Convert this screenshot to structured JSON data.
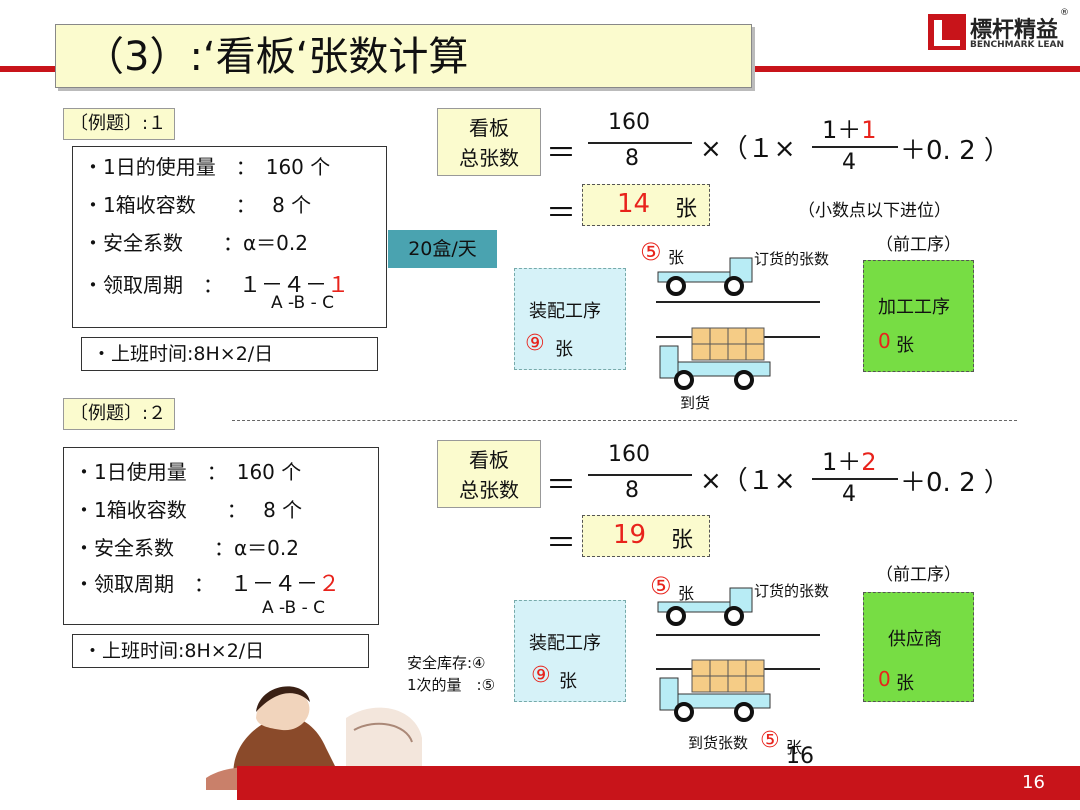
{
  "header": {
    "title": "（3）:‘看板‘张数计算",
    "logo_text": "標杆精益",
    "logo_sub": "BENCHMARK LEAN",
    "logo_reg": "®"
  },
  "ex1": {
    "tag": "〔例题〕:１",
    "items": [
      "・1日的使用量　：　160 个",
      "・1箱收容数　　：　 8 个",
      "・安全系数　　：α＝0.2"
    ],
    "period_label": "・领取周期　：",
    "period_val": "１－４－",
    "period_red": "１",
    "abc": "A -B - C",
    "shift": "・上班时间:8H×2/日",
    "per_day": "20盒/天",
    "kanban_label_1": "看板",
    "kanban_label_2": "总张数",
    "eq": "＝",
    "numer": "160",
    "denom": "8",
    "times": "×（１×",
    "f2_numer_a": "1＋",
    "f2_numer_b": "1",
    "f2_denom": "4",
    "plus": "＋0. 2 ）",
    "result_num": "14",
    "result_unit": "张",
    "note": "（小数点以下进位）",
    "prev": "（前工序）",
    "assembly": "装配工序",
    "assembly_count": "⑨",
    "assembly_unit": "张",
    "process": "加工工序",
    "process_count": "0",
    "process_unit": "张",
    "order_count": "⑤",
    "order_unit": "张",
    "order_label": "订货的张数",
    "arrive_label": "到货"
  },
  "ex2": {
    "tag": "〔例题〕:２",
    "items": [
      "・1日使用量　：　160 个",
      "・1箱收容数　　：　 8 个",
      "・安全系数　　：α＝0.2"
    ],
    "period_label": "・领取周期　：",
    "period_val": "１－４－",
    "period_red": "２",
    "abc": "A -B - C",
    "shift": "・上班时间:8H×2/日",
    "kanban_label_1": "看板",
    "kanban_label_2": "总张数",
    "eq": "＝",
    "numer": "160",
    "denom": "8",
    "times": "×（１×",
    "f2_numer_a": "1＋",
    "f2_numer_b": "2",
    "f2_denom": "4",
    "plus": "＋0. 2 ）",
    "result_num": "19",
    "result_unit": "张",
    "prev": "（前工序）",
    "assembly": "装配工序",
    "assembly_count": "⑨",
    "assembly_unit": "张",
    "supplier": "供应商",
    "supplier_count": "0",
    "supplier_unit": "张",
    "order_count": "⑤",
    "order_unit": "张",
    "order_label": "订货的张数",
    "safety_stock": "安全库存:④",
    "one_time": "1次的量　:⑤",
    "arrive_label": "到货张数",
    "arrive_count": "⑤",
    "arrive_unit": "张",
    "slide_num_overlay": "16"
  },
  "footer": {
    "page": "16"
  },
  "colors": {
    "accent_red": "#e8231c",
    "bar_red": "#c8141a",
    "box_yellow": "#fbfbce",
    "box_blue": "#d6f2f8",
    "box_green": "#77dd44"
  }
}
